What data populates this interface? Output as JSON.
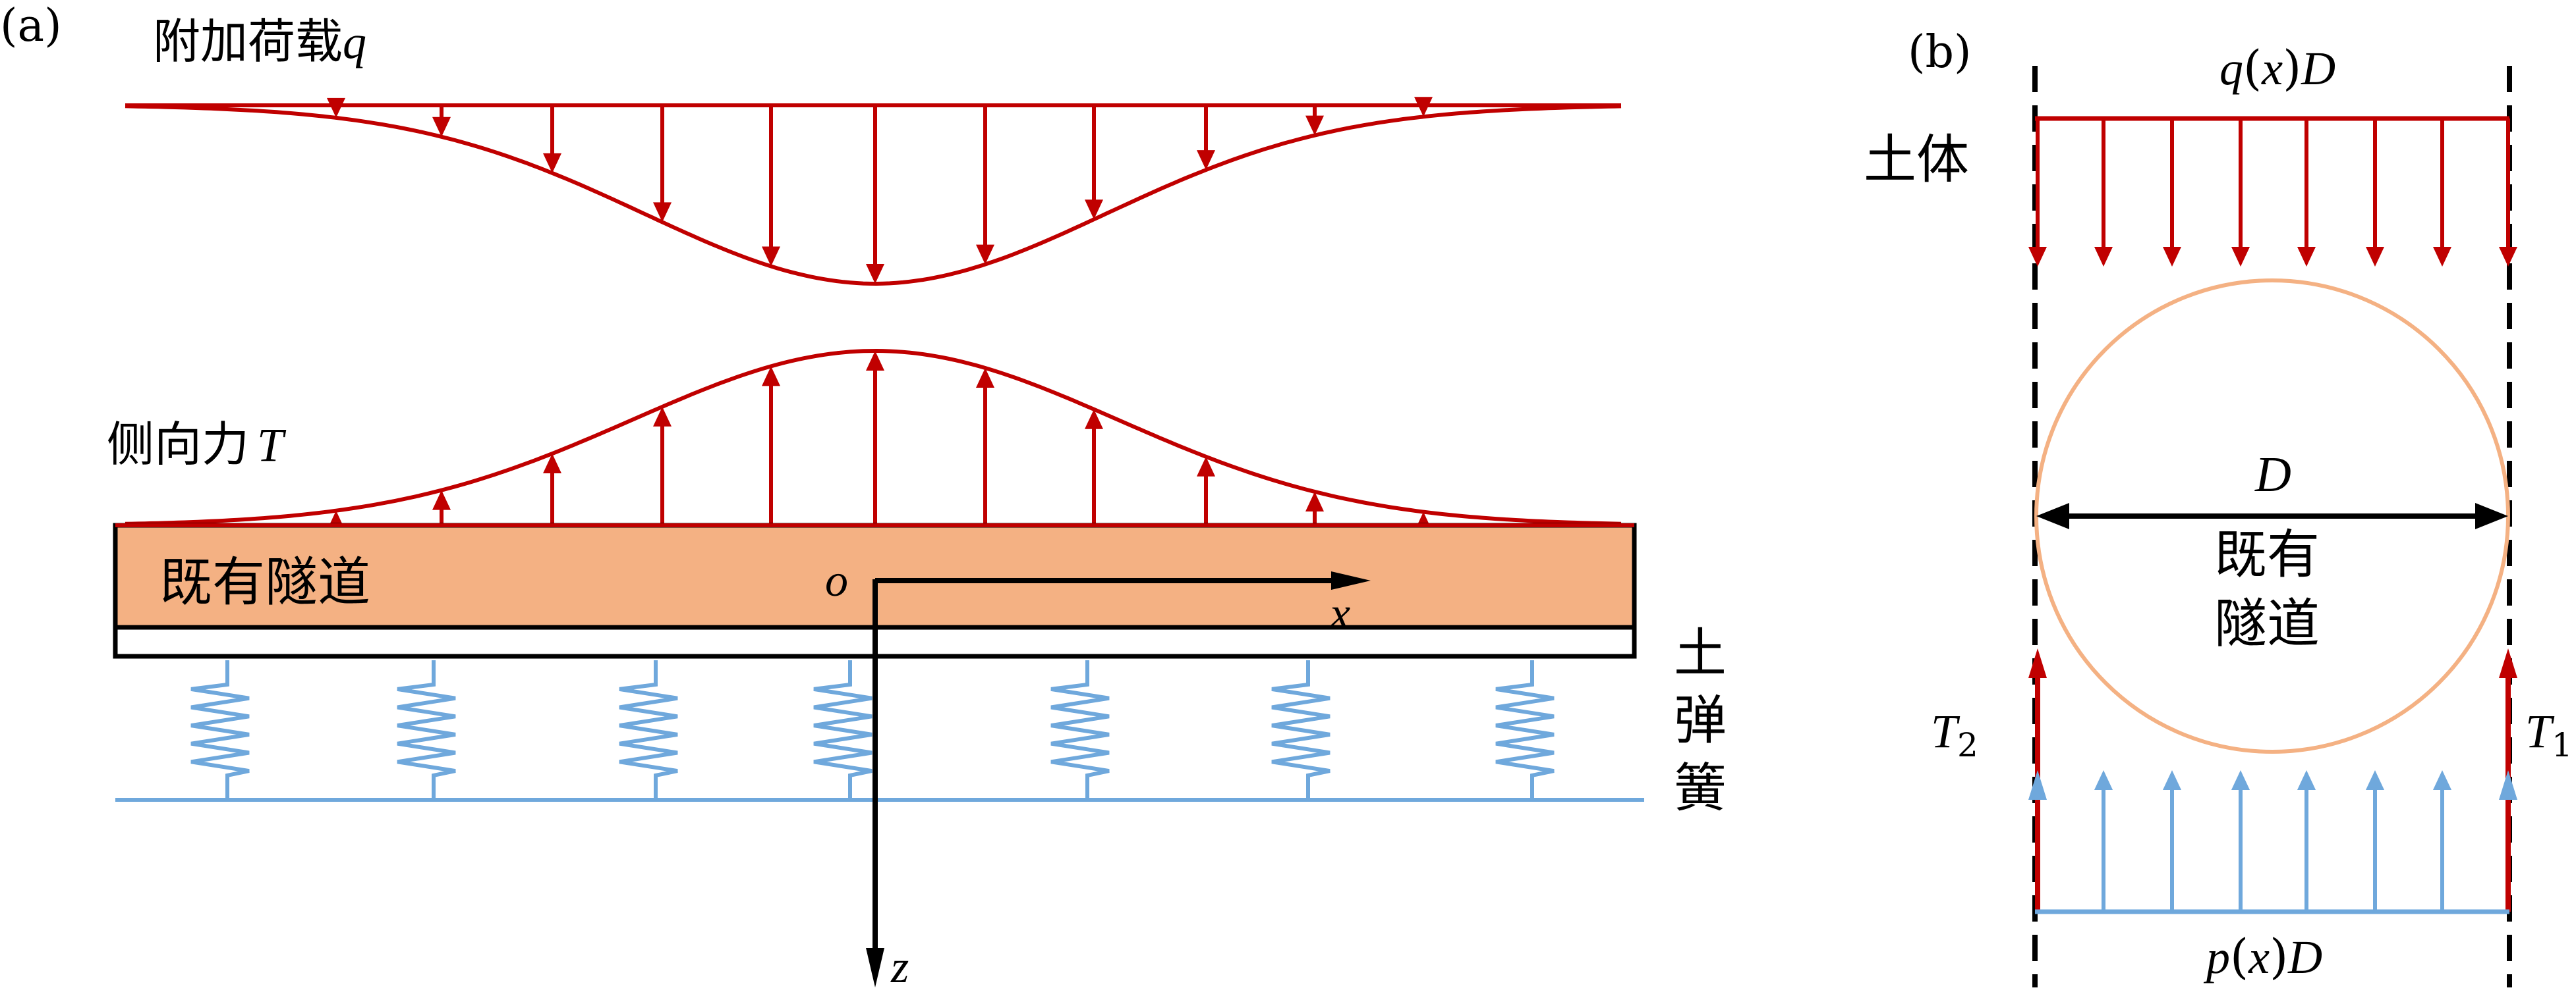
{
  "panel_a": {
    "label": "(a)",
    "load_label": "附加荷载",
    "load_symbol": "q",
    "lateral_label": "侧向力",
    "lateral_symbol": "T",
    "tunnel_label": "既有隧道",
    "origin_label": "o",
    "x_axis_label": "x",
    "z_axis_label": "z",
    "spring_label": [
      "土",
      "弹",
      "簧"
    ]
  },
  "panel_b": {
    "label": "(b)",
    "top_load": {
      "p1": "q",
      "p2": "(",
      "p3": "x",
      "p4": ")",
      "p5": "D"
    },
    "bottom_load": {
      "p1": "p",
      "p2": "(",
      "p3": "x",
      "p4": ")",
      "p5": "D"
    },
    "soil_label": "土体",
    "diameter_label": "D",
    "tunnel_label": [
      "既有",
      "隧道"
    ],
    "t2_main": "T",
    "t2_sub": "2",
    "t1_main": "T",
    "t1_sub": "1"
  },
  "colors": {
    "load_red": "#c00000",
    "tunnel_fill": "#f4b183",
    "spring_blue": "#6fa8dc",
    "circle_orange": "#f4b183",
    "black": "#000000"
  }
}
